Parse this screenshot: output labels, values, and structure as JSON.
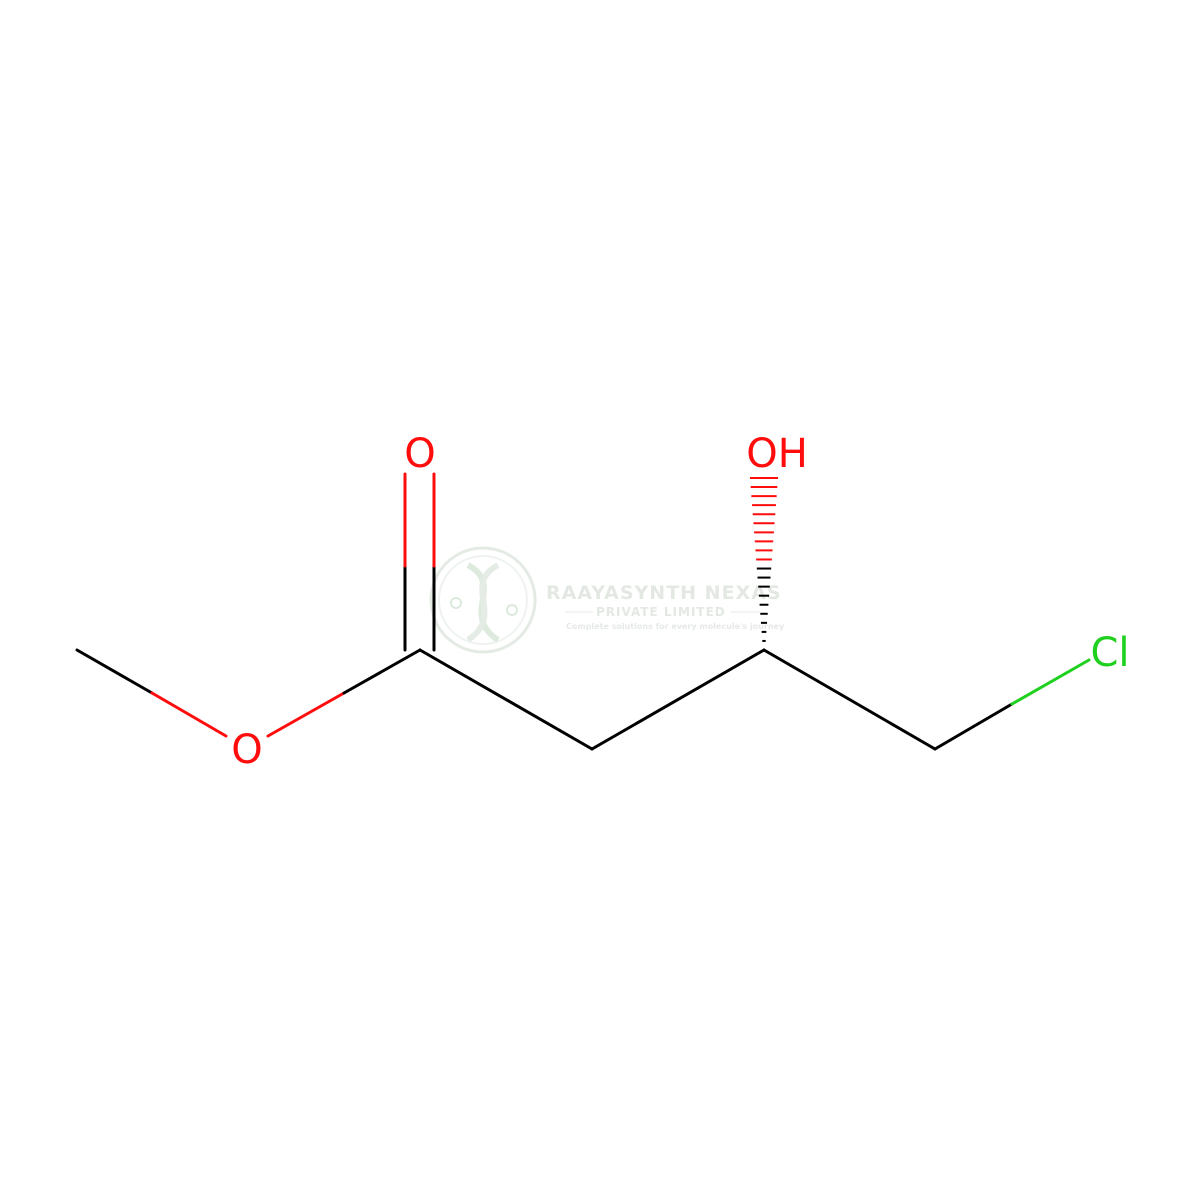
{
  "molecule": {
    "atoms": {
      "carbonyl_oxygen": "O",
      "ester_oxygen": "O",
      "hydroxyl": "OH",
      "chlorine": "Cl"
    }
  },
  "watermark": {
    "company": "RAAYASYNTH NEXAS",
    "subtitle": "PRIVATE LIMITED",
    "tagline": "Complete solutions for every molecule's journey"
  },
  "colors": {
    "bond": "#000000",
    "oxygen": "#ff0d0d",
    "chlorine": "#1fd01f",
    "watermark": "#dfe6df"
  }
}
